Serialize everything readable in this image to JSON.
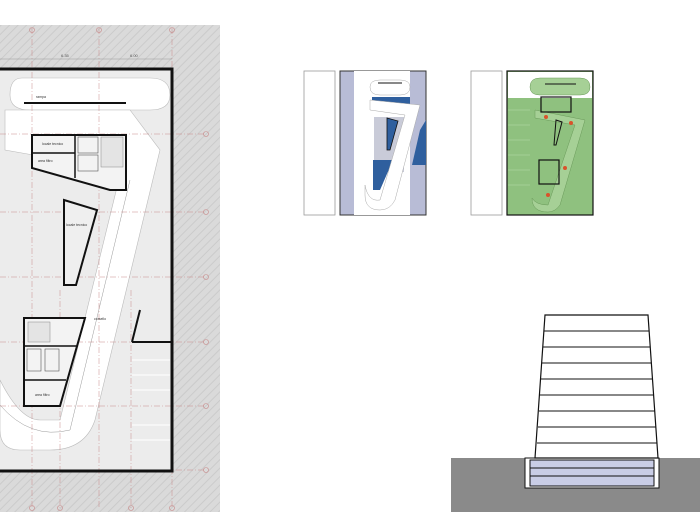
{
  "plan": {
    "dimensions": [
      "6.35",
      "6.00"
    ],
    "labels": {
      "ramp": "rampa",
      "tech_room_1": "locale tecnico",
      "filter_area_1": "area filtro",
      "tech_room_2": "locale tecnico",
      "corridor": "corsello",
      "filter_area_2": "area filtro"
    }
  },
  "colors": {
    "hatch_background": "#d9d9d9",
    "wall": "#111111",
    "grid_line": "#c88a8a",
    "scheme_blue": "#2f5f9e",
    "scheme_lavender": "#b8bcd6",
    "scheme_green": "#8fc17f",
    "egress_marker": "#d9532b",
    "ground": "#8a8a8a",
    "underground_level": "#c9cde6"
  }
}
